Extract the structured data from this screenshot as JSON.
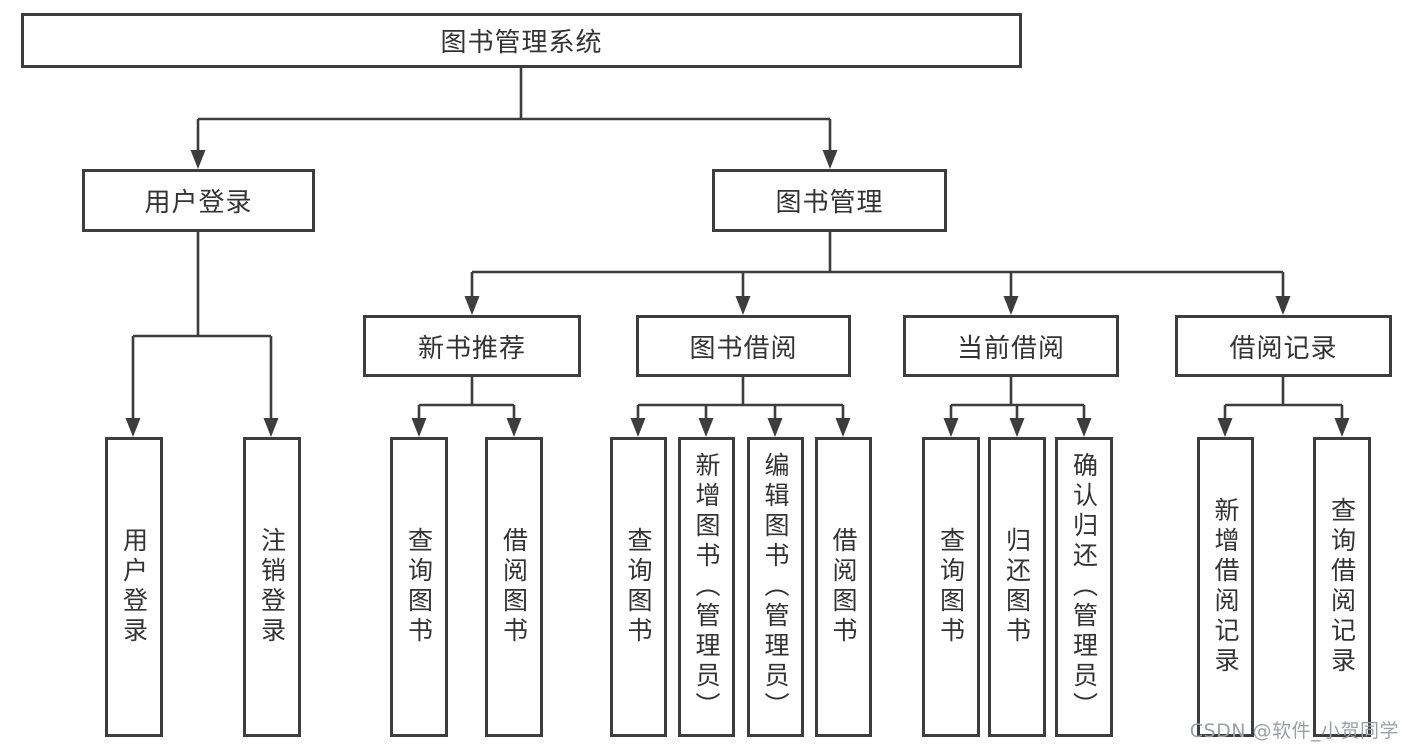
{
  "colors": {
    "ink": "#3d3d3d",
    "text": "#333333",
    "watermark": "#9aa0a5",
    "bg": "#ffffff"
  },
  "root": {
    "label": "图书管理系统"
  },
  "level2": [
    {
      "label": "用户登录"
    },
    {
      "label": "图书管理"
    }
  ],
  "level3": [
    {
      "label": "新书推荐"
    },
    {
      "label": "图书借阅"
    },
    {
      "label": "当前借阅"
    },
    {
      "label": "借阅记录"
    }
  ],
  "leaves": [
    "用户登录",
    "注销登录",
    "查询图书",
    "借阅图书",
    "查询图书",
    "新增图书（管理员）",
    "编辑图书（管理员）",
    "借阅图书",
    "查询图书",
    "归还图书",
    "确认归还（管理员）",
    "新增借阅记录",
    "查询借阅记录"
  ],
  "watermark": {
    "text": "CSDN @软件_小贺同学"
  }
}
